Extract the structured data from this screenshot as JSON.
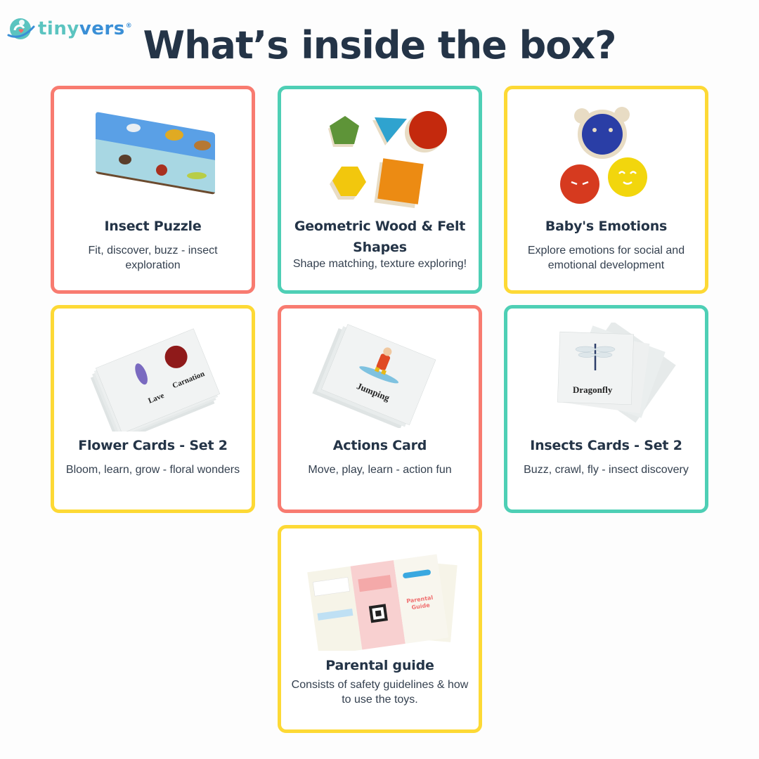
{
  "brand": {
    "name_part1": "tiny",
    "name_part2": "vers",
    "registered": "®",
    "colors": {
      "teal": "#5bc4c0",
      "blue": "#3a8fd6",
      "heart": "#f26a6a"
    }
  },
  "header": {
    "title": "What’s inside the box?"
  },
  "theme": {
    "red": "#f87b70",
    "teal": "#4ecfb5",
    "yellow": "#fdd935",
    "text": "#243447"
  },
  "cards": [
    {
      "title": "Insect Puzzle",
      "description": "Fit, discover, buzz - insect exploration",
      "border": "red",
      "image": "insect-puzzle-board"
    },
    {
      "title": "Geometric Wood & Felt Shapes",
      "description": "Shape matching, texture exploring!",
      "border": "teal",
      "image": "geometric-shapes"
    },
    {
      "title": "Baby's Emotions",
      "description": "Explore emotions for social and emotional development",
      "border": "yellow",
      "image": "emotion-faces"
    },
    {
      "title": "Flower Cards - Set 2",
      "description": "Bloom, learn, grow - floral wonders",
      "border": "yellow",
      "image": "flower-cards",
      "card_labels": [
        "Lave",
        "Carnation"
      ]
    },
    {
      "title": "Actions Card",
      "description": "Move, play, learn - action fun",
      "border": "red",
      "image": "action-cards",
      "card_labels": [
        "Jumping"
      ]
    },
    {
      "title": "Insects Cards - Set 2",
      "description": "Buzz, crawl, fly - insect discovery",
      "border": "teal",
      "image": "insect-cards",
      "card_labels": [
        "Dragonfly"
      ]
    },
    {
      "title": "Parental guide",
      "description": "Consists of safety guidelines & how to use the toys.",
      "border": "yellow",
      "image": "parental-guide-booklet",
      "card_labels": [
        "Parental Guide"
      ]
    }
  ]
}
